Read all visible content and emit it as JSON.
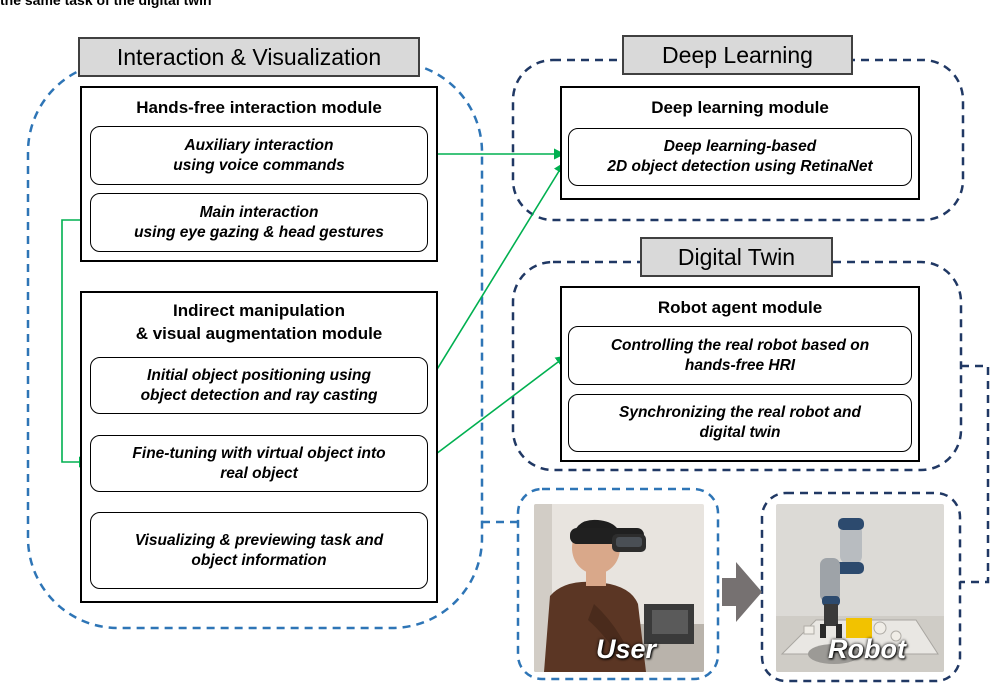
{
  "caption_fragment": "the same task of the digital twin",
  "groups": {
    "interaction": {
      "label": "Interaction & Visualization"
    },
    "deep_learning": {
      "label": "Deep Learning"
    },
    "digital_twin": {
      "label": "Digital Twin"
    }
  },
  "modules": {
    "hands_free": {
      "title": "Hands-free interaction module",
      "items": [
        "Auxiliary interaction\nusing voice commands",
        "Main interaction\nusing eye gazing & head gestures"
      ]
    },
    "indirect": {
      "title": "Indirect manipulation\n& visual augmentation module",
      "items": [
        "Initial object positioning using\nobject detection and ray casting",
        "Fine-tuning with virtual object into\nreal object",
        "Visualizing & previewing task and\nobject information"
      ]
    },
    "deep_learning": {
      "title": "Deep learning module",
      "items": [
        "Deep learning-based\n2D object detection using RetinaNet"
      ]
    },
    "robot_agent": {
      "title": "Robot agent module",
      "items": [
        "Controlling the real robot based on\nhands-free HRI",
        "Synchronizing the real robot and\ndigital twin"
      ]
    }
  },
  "photos": {
    "user": {
      "label": "User"
    },
    "robot": {
      "label": "Robot"
    }
  },
  "colors": {
    "blue_dash": "#2e75b6",
    "navy_dash": "#203864",
    "green_arrow": "#00b050",
    "tab_fill": "#d9d9d9",
    "big_arrow": "#767171"
  }
}
